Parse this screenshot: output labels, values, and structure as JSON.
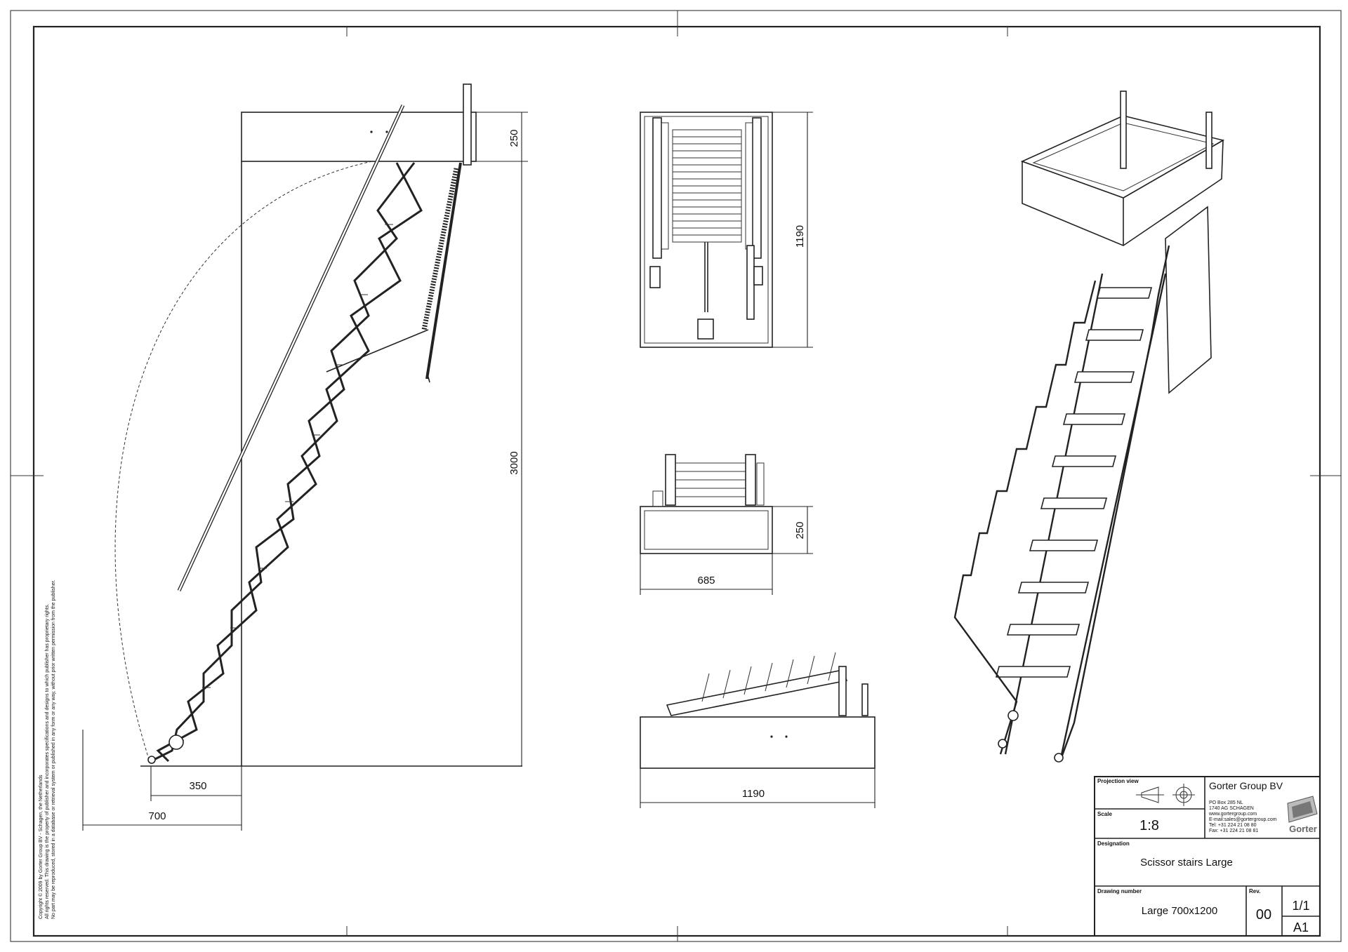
{
  "dimensions": {
    "side_top_height": "250",
    "side_total_height": "3000",
    "side_width_inner": "350",
    "side_width_outer": "700",
    "top_view_height": "1190",
    "front_view_height": "250",
    "front_view_width": "685",
    "side_closed_width": "1190"
  },
  "copyright": {
    "line1": "Copyright © 2009 by Gorter Group BV - Schagen, the Netherlands",
    "line2": "All rights reserved. This drawing is the property of publisher and incorporates specifications and designs to which publisher has proprietary rights.",
    "line3": "No part may be reproduced, stored in a database or retrieval system or published in any form or any way, without prior written permission from the publisher."
  },
  "title_block": {
    "projection_label": "Projection view",
    "company_name": "Gorter Group BV",
    "address_lines": [
      "PO Box 285 NL",
      "1740 AG SCHAGEN",
      "www.gortergroup.com",
      "E-mail:sales@gortergroup.com",
      "Tel: +31 224 21 08 80",
      "Fax: +31 224 21 08 81"
    ],
    "logo_text": "Gorter",
    "scale_label": "Scale",
    "scale_value": "1:8",
    "designation_label": "Designation",
    "designation_value": "Scissor stairs Large",
    "drawing_number_label": "Drawing number",
    "drawing_number_value": "Large 700x1200",
    "rev_label": "Rev.",
    "rev_value": "00",
    "sheet_value": "1/1",
    "format_value": "A1"
  }
}
